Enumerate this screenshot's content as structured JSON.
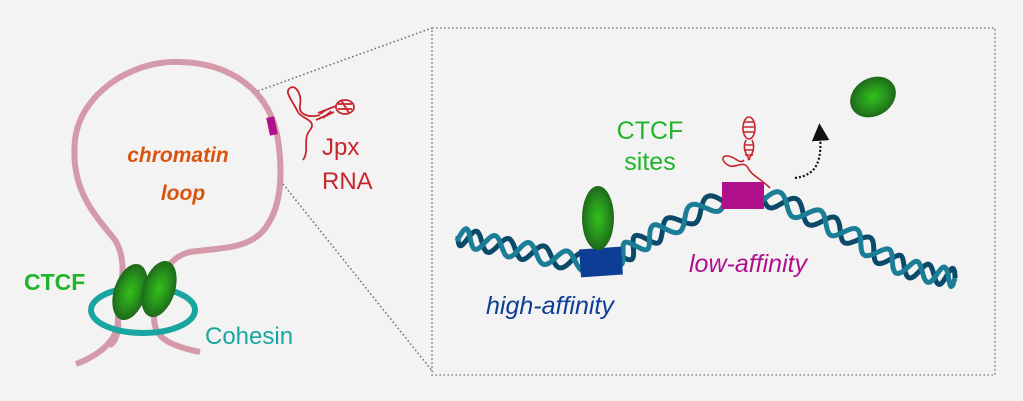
{
  "figure": {
    "left_panel": {
      "loop_label_line1": "chromatin",
      "loop_label_line2": "loop",
      "rna_label_line1": "Jpx",
      "rna_label_line2": "RNA",
      "ctcf_label": "CTCF",
      "cohesin_label": "Cohesin"
    },
    "inset_panel": {
      "sites_label_line1": "CTCF",
      "sites_label_line2": "sites",
      "high_affinity_label": "high-affinity",
      "low_affinity_label": "low-affinity"
    },
    "colors": {
      "background": "#f3f3f3",
      "chromatin": "#d49aaa",
      "chromatin_site": "#b0108c",
      "loop_text": "#d9540e",
      "rna": "#c8262c",
      "ctcf_protein": "#2fb51c",
      "ctcf_text": "#1fb52a",
      "cohesin": "#1aa6a0",
      "dna_light": "#1c7d96",
      "dna_dark": "#0c4a6a",
      "high_affinity": "#0d3d94",
      "low_affinity": "#b0108c",
      "inset_border": "#8a8a8a"
    }
  }
}
